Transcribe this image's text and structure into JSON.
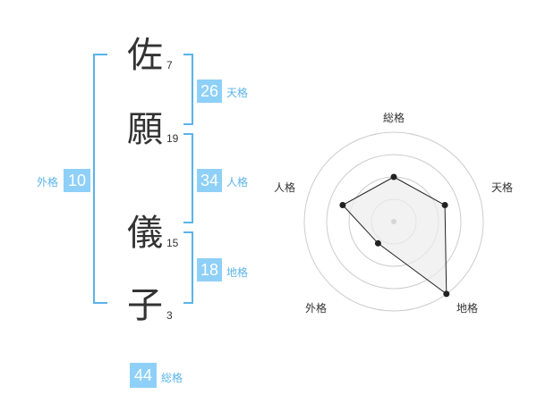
{
  "name": {
    "chars": [
      {
        "char": "佐",
        "strokes": "7"
      },
      {
        "char": "願",
        "strokes": "19"
      },
      {
        "char": "儀",
        "strokes": "15"
      },
      {
        "char": "子",
        "strokes": "3"
      }
    ]
  },
  "kakusu": {
    "tenkaku": {
      "value": "26",
      "label": "天格"
    },
    "jinkaku": {
      "value": "34",
      "label": "人格"
    },
    "chikaku": {
      "value": "18",
      "label": "地格"
    },
    "gaikaku": {
      "value": "10",
      "label": "外格"
    },
    "soukaku": {
      "value": "44",
      "label": "総格"
    }
  },
  "colors": {
    "accent": "#5ab4ea",
    "box": "#8ed0f7",
    "text": "#333333",
    "grid": "#cccccc"
  },
  "chart_data": {
    "type": "radar",
    "axes": [
      "総格",
      "天格",
      "地格",
      "外格",
      "人格"
    ],
    "values": [
      0.5,
      0.6,
      1.0,
      0.3,
      0.6
    ],
    "rings": 4
  }
}
